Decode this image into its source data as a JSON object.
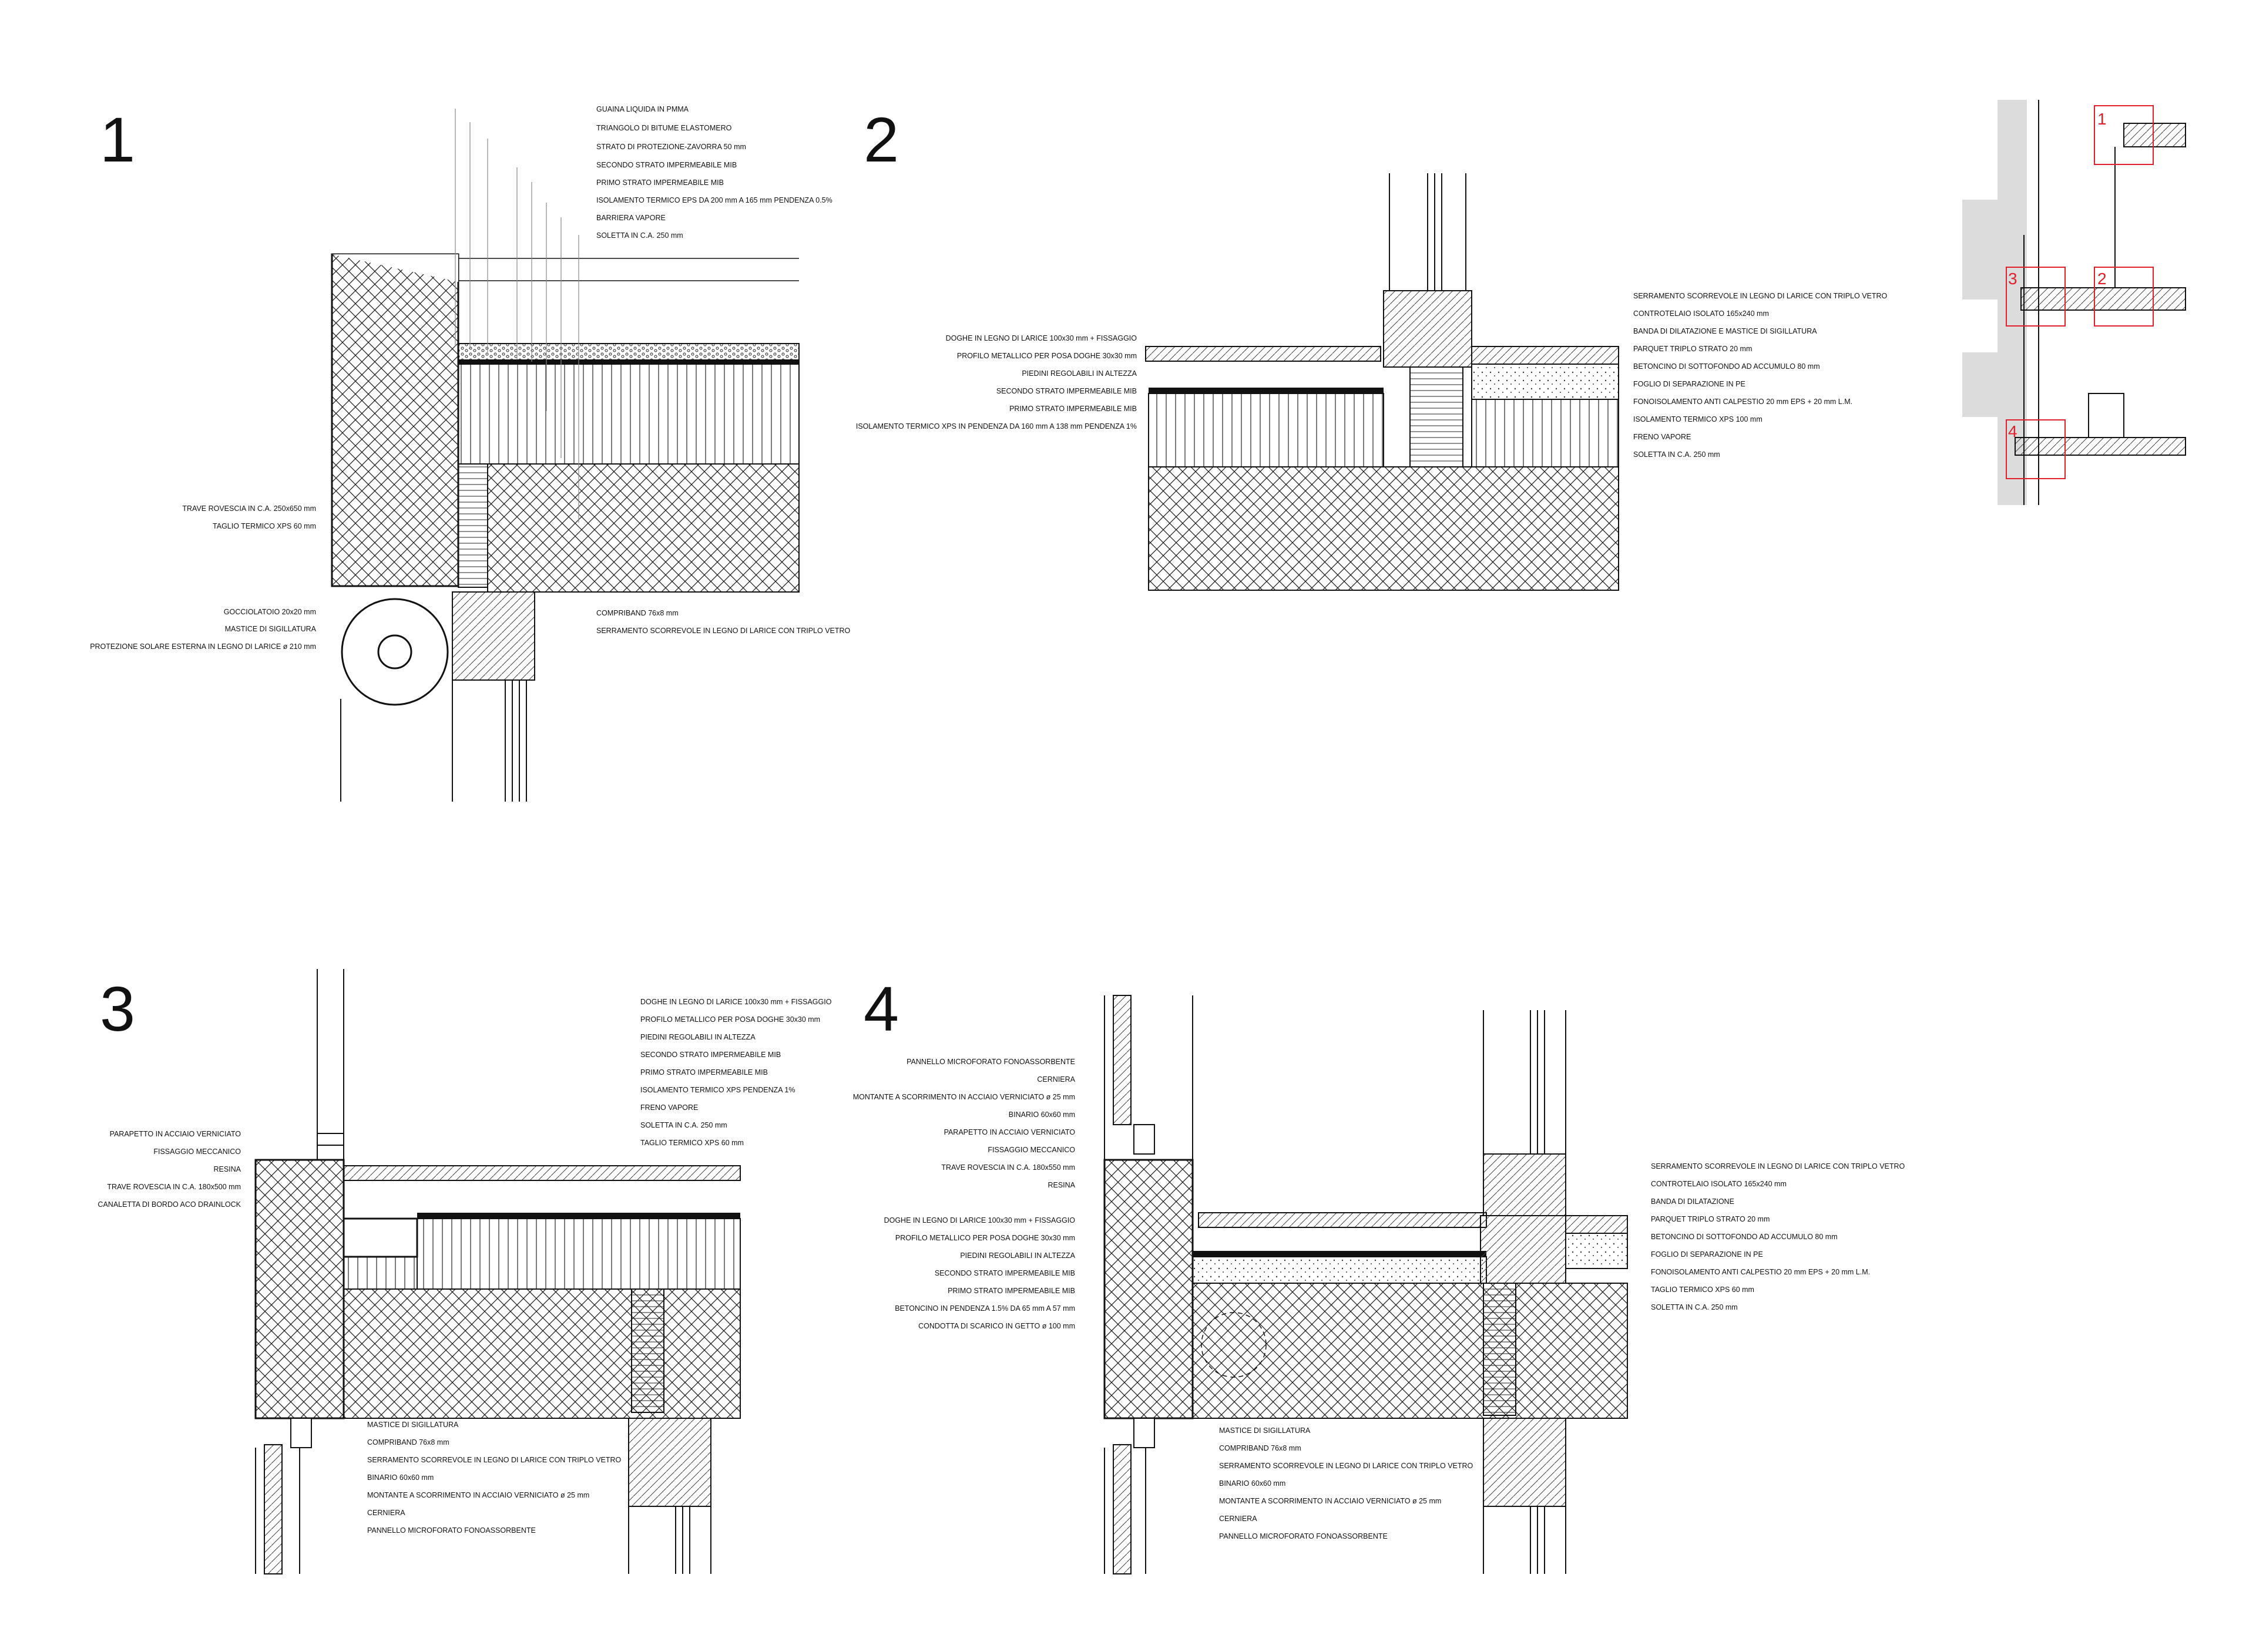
{
  "details": [
    {
      "number": "1",
      "labels_right": [
        "GUAINA LIQUIDA IN PMMA",
        "TRIANGOLO DI BITUME ELASTOMERO",
        "STRATO DI PROTEZIONE-ZAVORRA 50 mm",
        "SECONDO STRATO IMPERMEABILE MIB",
        "PRIMO STRATO IMPERMEABILE MIB",
        "ISOLAMENTO TERMICO EPS DA 200 mm A 165 mm PENDENZA 0.5%",
        "BARRIERA VAPORE",
        "SOLETTA IN C.A. 250 mm"
      ],
      "labels_left": [
        "TRAVE ROVESCIA IN C.A. 250x650 mm",
        "TAGLIO TERMICO XPS 60 mm",
        "GOCCIOLATOIO 20x20 mm",
        "MASTICE DI SIGILLATURA",
        "PROTEZIONE SOLARE ESTERNA IN LEGNO DI LARICE ø 210 mm"
      ],
      "labels_bottom": [
        "COMPRIBAND 76x8 mm",
        "SERRAMENTO SCORREVOLE IN LEGNO DI LARICE CON TRIPLO VETRO"
      ]
    },
    {
      "number": "2",
      "labels_left": [
        "DOGHE IN LEGNO DI LARICE 100x30 mm + FISSAGGIO",
        "PROFILO METALLICO PER POSA DOGHE 30x30 mm",
        "PIEDINI REGOLABILI IN ALTEZZA",
        "SECONDO STRATO IMPERMEABILE MIB",
        "PRIMO STRATO IMPERMEABILE MIB",
        "ISOLAMENTO TERMICO XPS IN PENDENZA DA 160 mm A 138 mm PENDENZA 1%"
      ],
      "labels_right": [
        "SERRAMENTO SCORREVOLE IN LEGNO DI LARICE CON TRIPLO VETRO",
        "CONTROTELAIO ISOLATO 165x240 mm",
        "BANDA DI DILATAZIONE E MASTICE DI SIGILLATURA",
        "PARQUET TRIPLO STRATO 20 mm",
        "BETONCINO DI SOTTOFONDO AD ACCUMULO 80 mm",
        "FOGLIO DI SEPARAZIONE IN PE",
        "FONOISOLAMENTO ANTI CALPESTIO 20 mm EPS + 20 mm L.M.",
        "ISOLAMENTO TERMICO XPS 100 mm",
        "FRENO VAPORE",
        "SOLETTA IN C.A. 250 mm"
      ]
    },
    {
      "number": "3",
      "labels_right": [
        "DOGHE IN LEGNO DI LARICE 100x30 mm + FISSAGGIO",
        "PROFILO METALLICO PER POSA DOGHE 30x30 mm",
        "PIEDINI REGOLABILI IN ALTEZZA",
        "SECONDO STRATO IMPERMEABILE MIB",
        "PRIMO STRATO IMPERMEABILE MIB",
        "ISOLAMENTO TERMICO XPS PENDENZA 1%",
        "FRENO VAPORE",
        "SOLETTA IN C.A. 250 mm",
        "TAGLIO TERMICO XPS 60 mm"
      ],
      "labels_left": [
        "PARAPETTO IN ACCIAIO VERNICIATO",
        "FISSAGGIO MECCANICO",
        "RESINA",
        "TRAVE ROVESCIA IN C.A. 180x500 mm",
        "CANALETTA DI BORDO ACO DRAINLOCK"
      ],
      "labels_bottom": [
        "MASTICE DI SIGILLATURA",
        "COMPRIBAND 76x8 mm",
        "SERRAMENTO SCORREVOLE IN LEGNO DI LARICE CON TRIPLO VETRO",
        "BINARIO 60x60 mm",
        "MONTANTE A SCORRIMENTO IN ACCIAIO VERNICIATO ø 25 mm",
        "CERNIERA",
        "PANNELLO MICROFORATO FONOASSORBENTE"
      ]
    },
    {
      "number": "4",
      "labels_left_top": [
        "PANNELLO MICROFORATO FONOASSORBENTE",
        "CERNIERA",
        "MONTANTE A SCORRIMENTO IN ACCIAIO VERNICIATO ø 25 mm",
        "BINARIO 60x60 mm",
        "PARAPETTO IN ACCIAIO VERNICIATO",
        "FISSAGGIO MECCANICO",
        "TRAVE ROVESCIA IN C.A. 180x550 mm",
        "RESINA"
      ],
      "labels_left": [
        "DOGHE IN LEGNO DI LARICE 100x30 mm + FISSAGGIO",
        "PROFILO METALLICO PER POSA DOGHE 30x30 mm",
        "PIEDINI REGOLABILI IN ALTEZZA",
        "SECONDO STRATO IMPERMEABILE MIB",
        "PRIMO STRATO IMPERMEABILE MIB",
        "BETONCINO IN PENDENZA 1.5% DA 65 mm A 57 mm",
        "CONDOTTA DI SCARICO IN GETTO ø 100 mm"
      ],
      "labels_right": [
        "SERRAMENTO SCORREVOLE IN LEGNO DI LARICE CON TRIPLO VETRO",
        "CONTROTELAIO ISOLATO 165x240 mm",
        "BANDA DI DILATAZIONE",
        "PARQUET TRIPLO STRATO 20 mm",
        "BETONCINO DI SOTTOFONDO AD ACCUMULO 80 mm",
        "FOGLIO DI SEPARAZIONE IN PE",
        "FONOISOLAMENTO ANTI CALPESTIO 20 mm EPS + 20 mm L.M.",
        "TAGLIO TERMICO XPS 60 mm",
        "SOLETTA IN C.A. 250 mm"
      ],
      "labels_bottom": [
        "MASTICE DI SIGILLATURA",
        "COMPRIBAND 76x8 mm",
        "SERRAMENTO SCORREVOLE IN LEGNO DI LARICE CON TRIPLO VETRO",
        "BINARIO 60x60 mm",
        "MONTANTE A SCORRIMENTO IN ACCIAIO VERNICIATO ø 25 mm",
        "CERNIERA",
        "PANNELLO MICROFORATO FONOASSORBENTE"
      ]
    }
  ],
  "key_plan": {
    "markers": [
      "1",
      "2",
      "3",
      "4"
    ],
    "marker_color": "#e0202a"
  }
}
